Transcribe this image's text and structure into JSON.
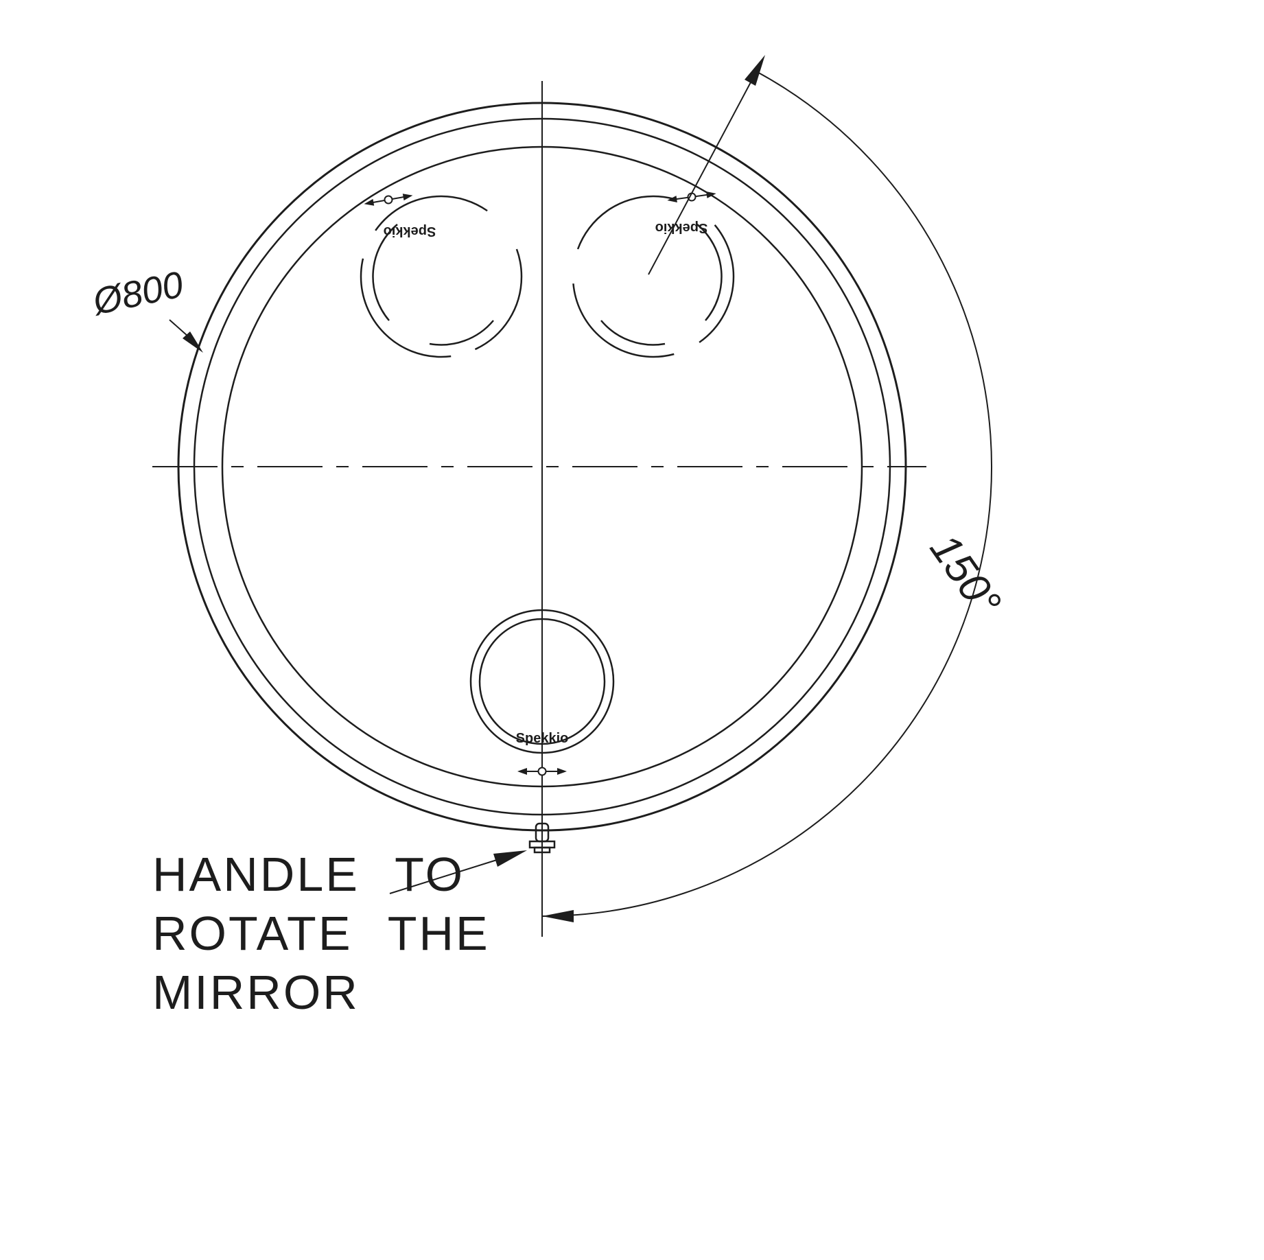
{
  "labels": {
    "diameter": "Ø800",
    "angle": "150°",
    "note_line1": "HANDLE TO",
    "note_line2": "ROTATE THE",
    "note_line3": "MIRROR",
    "brand_top_left": "Spekkio",
    "brand_top_right": "Spekkio",
    "brand_bottom": "Spekkio"
  },
  "dimensions": {
    "mirror_diameter_mm": 800,
    "rotation_angle_deg": 150
  },
  "colors": {
    "line": "#1d1d1d",
    "background": "#ffffff"
  }
}
